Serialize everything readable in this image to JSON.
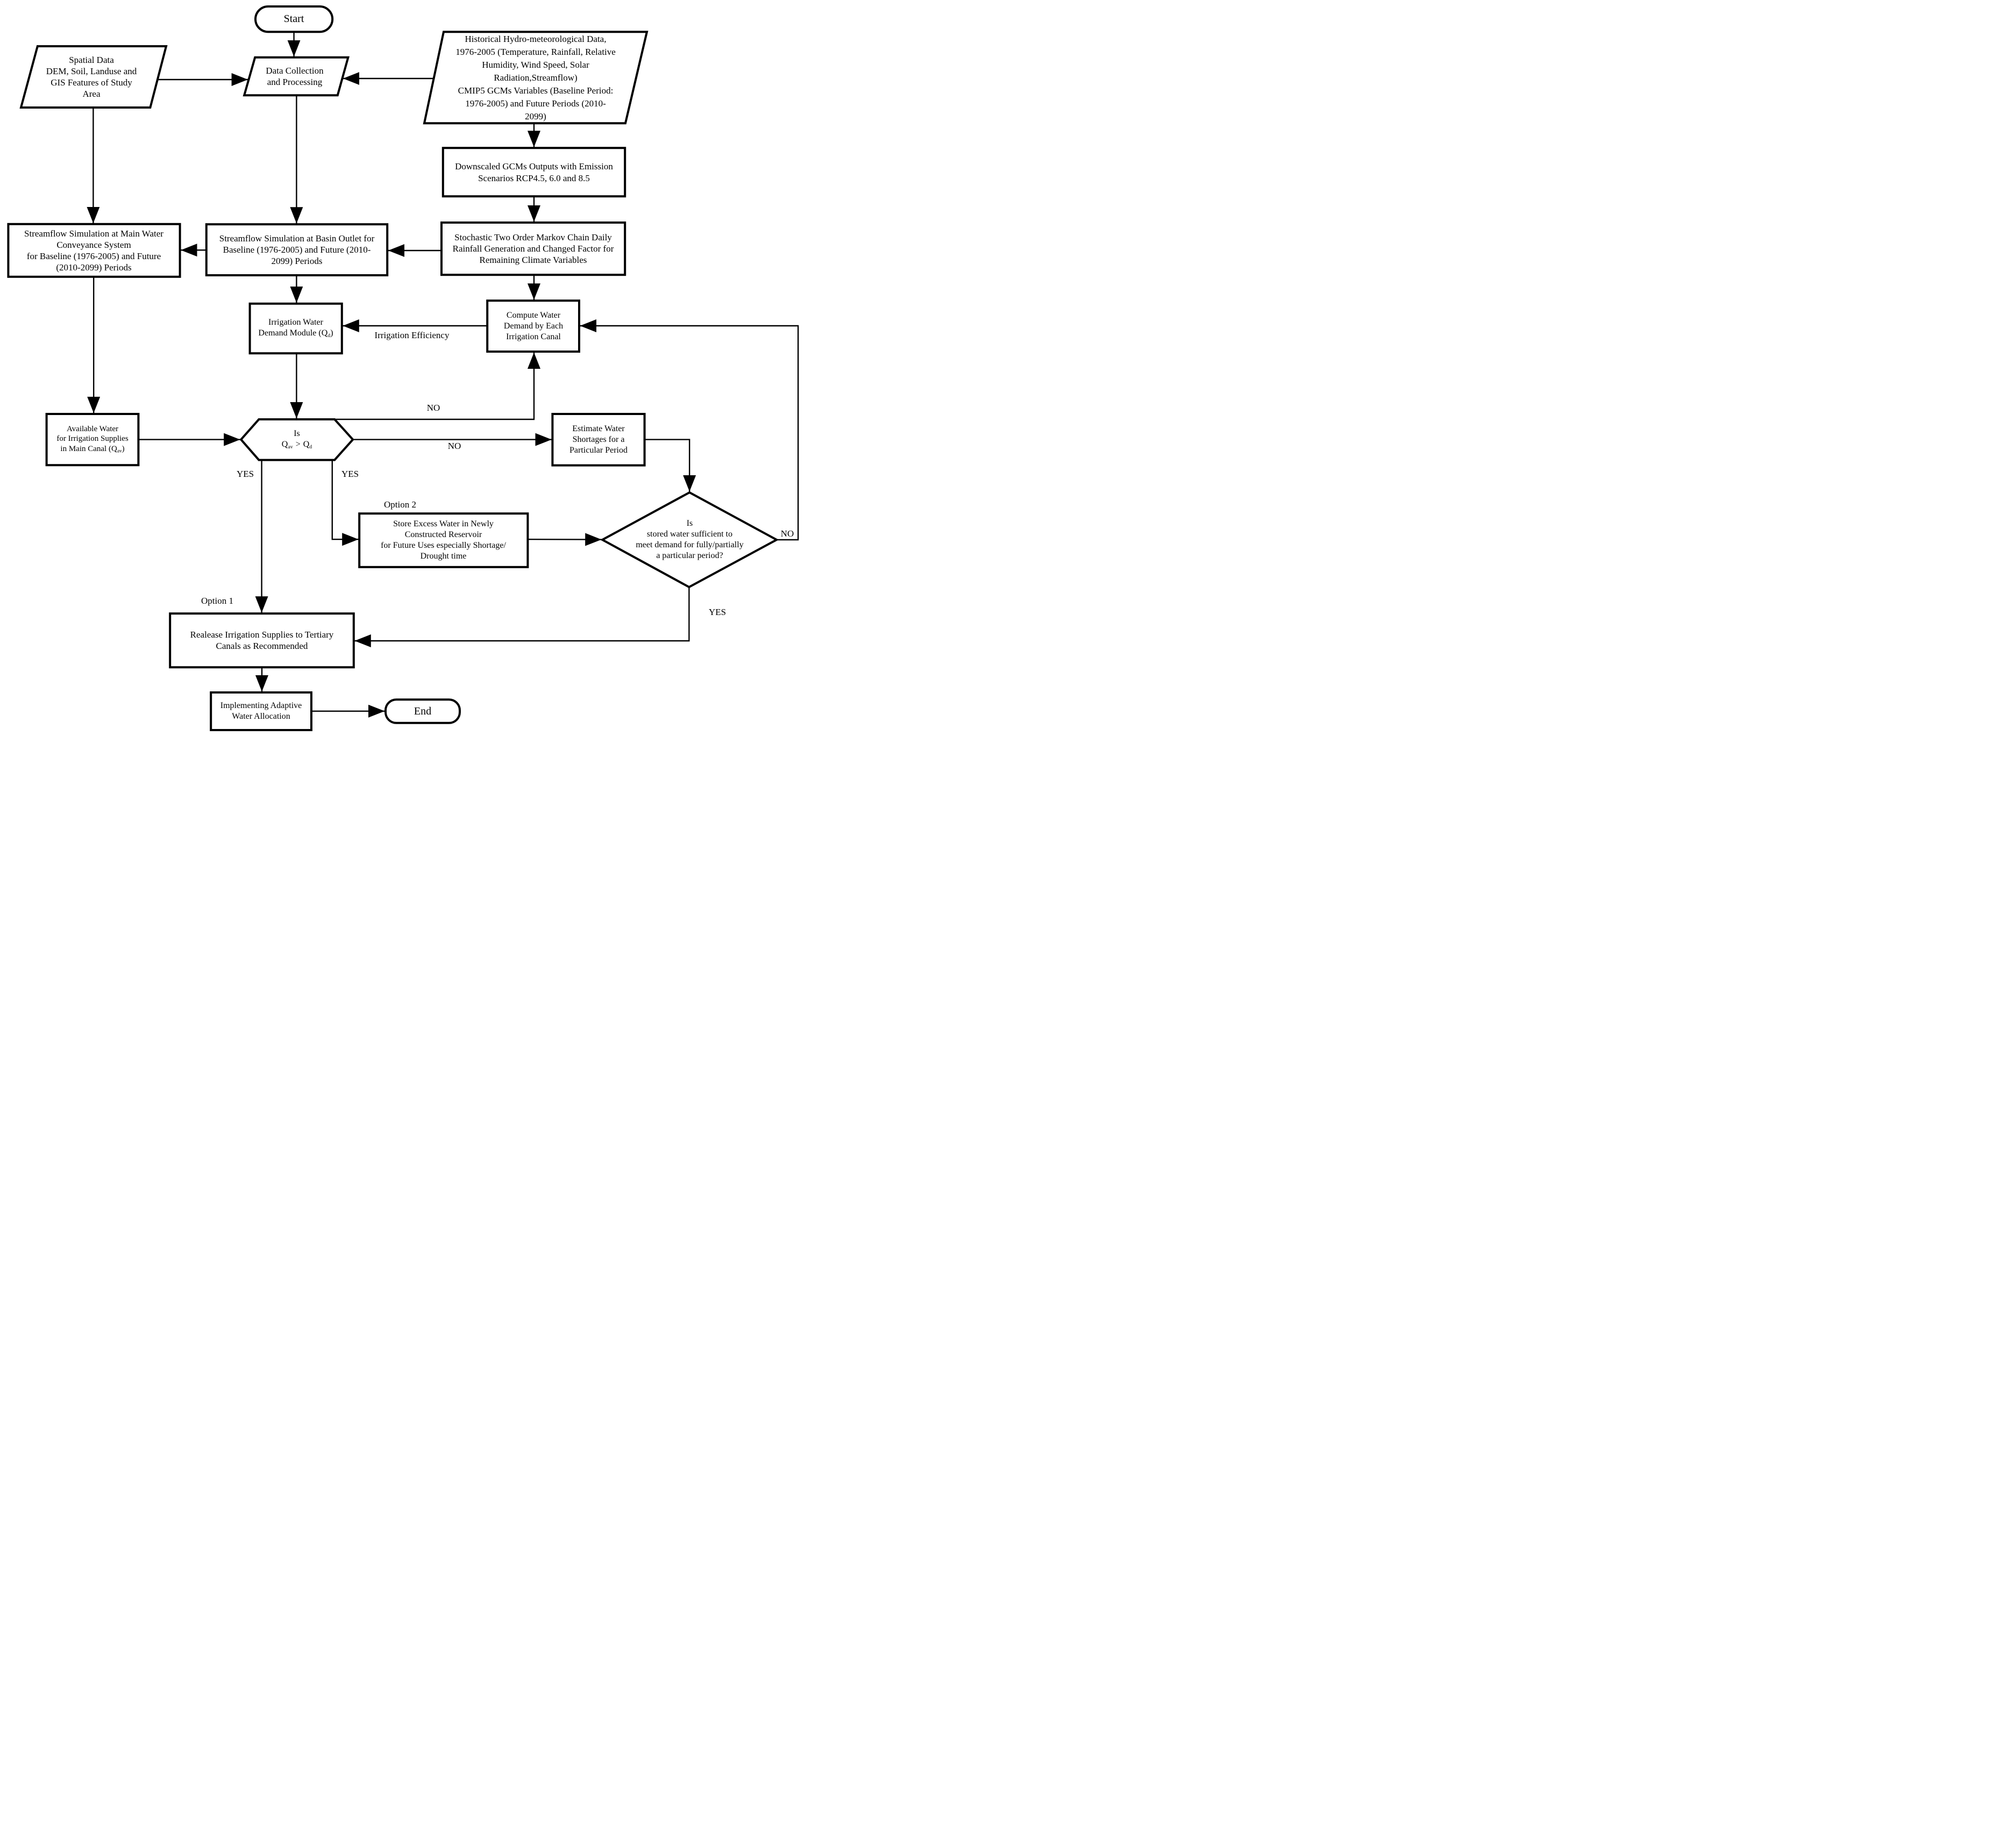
{
  "diagram": {
    "description": "Flowchart of adaptive irrigation water allocation modelling under climate change",
    "colors": {
      "stroke": "#000000",
      "background": "#ffffff",
      "text": "#000000"
    }
  },
  "nodes": {
    "start": {
      "label": "Start"
    },
    "spatial_data": {
      "label": "Spatial Data\nDEM, Soil, Landuse and\nGIS Features of Study\nArea"
    },
    "data_collection": {
      "label": "Data Collection\nand Processing"
    },
    "historical_data": {
      "label": "Historical Hydro-meteorological Data,\n1976-2005 (Temperature, Rainfall, Relative\nHumidity, Wind Speed, Solar\nRadiation,Streamflow)\nCMIP5 GCMs Variables (Baseline Period:\n1976-2005) and Future Periods (2010-\n2099)"
    },
    "downscaled_gcms": {
      "label": "Downscaled GCMs Outputs with Emission\nScenarios RCP4.5, 6.0 and 8.5"
    },
    "stochastic_markov": {
      "label": "Stochastic Two Order Markov Chain Daily\nRainfall Generation and Changed Factor for\nRemaining Climate Variables"
    },
    "basin_outlet": {
      "label": "Streamflow Simulation at Basin Outlet for\nBaseline (1976-2005) and Future (2010-\n2099) Periods"
    },
    "main_conveyance": {
      "label": "Streamflow Simulation at Main Water\nConveyance System\nfor Baseline (1976-2005) and Future\n(2010-2099) Periods"
    },
    "irrigation_demand": {
      "line1": "Irrigation Water",
      "line2_prefix": "Demand Module (Q",
      "line2_sub": "d",
      "line2_suffix": ")"
    },
    "compute_demand": {
      "label": "Compute Water\nDemand by Each\nIrrigation Canal"
    },
    "available_water": {
      "line1": "Available Water",
      "line2": "for Irrigation Supplies",
      "line3_prefix": "in Main Canal  (Q",
      "line3_sub": "av",
      "line3_suffix": ")"
    },
    "qav_qd_decision": {
      "line1": "Is",
      "q1": "Q",
      "q1_sub": "av",
      "op": ">",
      "q2": "Q",
      "q2_sub": "d"
    },
    "estimate_shortages": {
      "label": "Estimate Water\nShortages for a\nParticular Period"
    },
    "store_excess": {
      "label": "Store Excess Water in Newly\nConstructed Reservoir\nfor Future Uses especially Shortage/\nDrought time"
    },
    "stored_sufficient_decision": {
      "label": "Is\nstored water sufficient to\nmeet demand for fully/partially\na particular period?"
    },
    "release_supplies": {
      "label": "Realease Irrigation Supplies to Tertiary\nCanals as Recommended"
    },
    "implementing": {
      "label": "Implementing Adaptive\nWater Allocation"
    },
    "end": {
      "label": "End"
    }
  },
  "edge_labels": {
    "irrigation_efficiency": "Irrigation Efficiency",
    "no_top": "NO",
    "no_mid": "NO",
    "no_right": "NO",
    "yes_left": "YES",
    "yes_mid": "YES",
    "yes_bottom": "YES",
    "option1": "Option 1",
    "option2": "Option 2"
  }
}
